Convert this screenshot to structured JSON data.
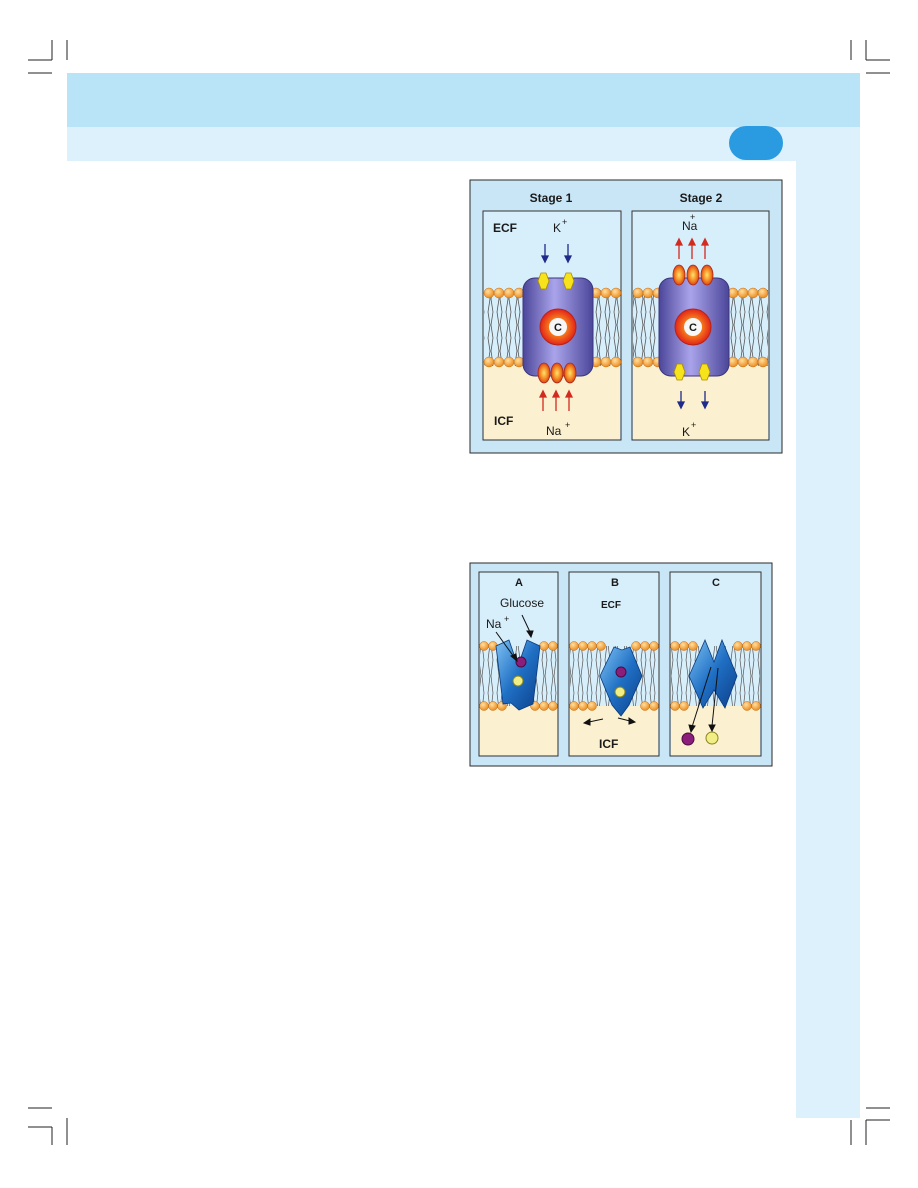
{
  "figure1": {
    "stage1_title": "Stage 1",
    "stage2_title": "Stage 2",
    "ecf_label": "ECF",
    "icf_label": "ICF",
    "k_ion": "K",
    "na_ion": "Na",
    "plus": "+",
    "carrier_label": "C"
  },
  "figure2": {
    "panel_a": "A",
    "panel_b": "B",
    "panel_c": "C",
    "glucose_label": "Glucose",
    "na_label": "Na",
    "plus": "+",
    "ecf_label": "ECF",
    "icf_label": "ICF"
  },
  "colors": {
    "header_band": "#b9e3f6",
    "subheader_band": "#dcf1fb",
    "sidebar": "#dcf1fb",
    "badge": "#2a9be0",
    "ecf_fill": "#cfe9f8",
    "icf_fill": "#fbf0cf",
    "lipid_head": "#f0a030",
    "carrier": "#8c86d6"
  }
}
